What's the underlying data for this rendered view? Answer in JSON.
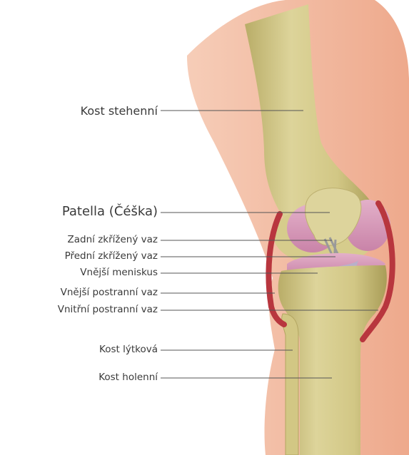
{
  "diagram": {
    "labels": [
      {
        "id": "femur",
        "text": "Kost stehenní"
      },
      {
        "id": "patella",
        "text": "Patella (Čéška)"
      },
      {
        "id": "pcl",
        "text": "Zadní zkřížený vaz"
      },
      {
        "id": "acl",
        "text": "Přední zkřížený vaz"
      },
      {
        "id": "lateral-meniscus",
        "text": "Vnější meniskus"
      },
      {
        "id": "lcl",
        "text": "Vnější postranní vaz"
      },
      {
        "id": "mcl",
        "text": "Vnitřní postranní vaz"
      },
      {
        "id": "fibula",
        "text": "Kost lýtková"
      },
      {
        "id": "tibia",
        "text": "Kost holenní"
      }
    ]
  },
  "colors": {
    "skin": "#f2b9a0",
    "bone": "#d8cf92",
    "bone_shadow": "#b7ab66",
    "cartilage": "#d89ab8",
    "ligament_red": "#b8363e",
    "leader_line": "#555555",
    "label_text": "#3a3a3a"
  }
}
